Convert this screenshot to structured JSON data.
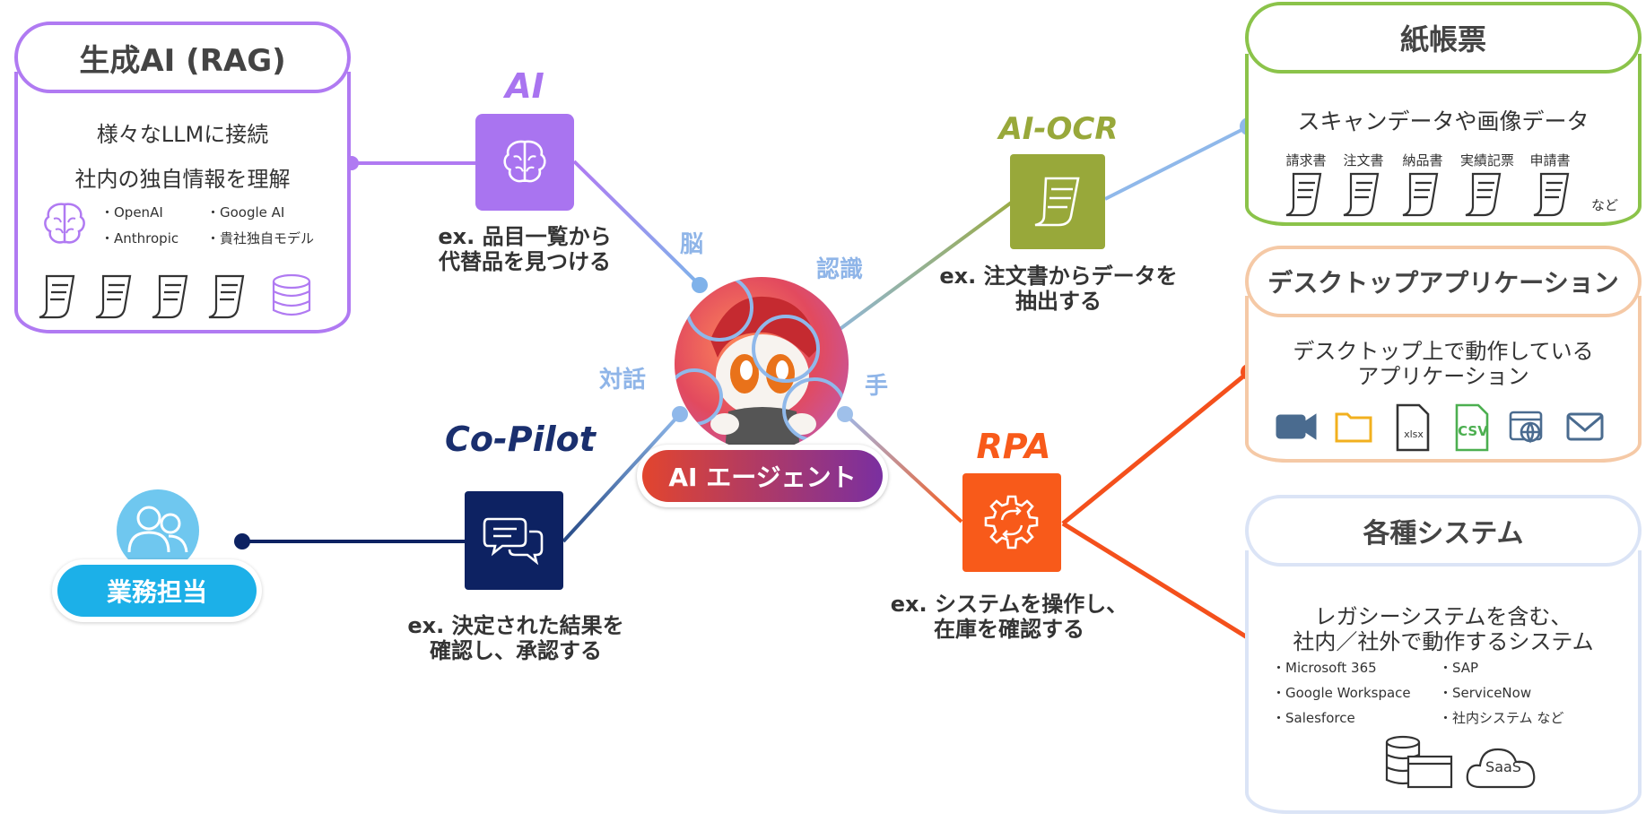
{
  "rag": {
    "title": "生成AI (RAG)",
    "line1": "様々なLLMに接続",
    "line2": "社内の独自情報を理解",
    "models": [
      "・OpenAI",
      "・Google AI",
      "・Anthropic",
      "・貴社独自モデル"
    ]
  },
  "ai": {
    "label": "AI",
    "example_line1": "ex. 品目一覧から",
    "example_line2": "代替品を見つける",
    "verb": "脳",
    "color": "#a974f0"
  },
  "copilot": {
    "label": "Co-Pilot",
    "example_line1": "ex. 決定された結果を",
    "example_line2": "確認し、承認する",
    "verb": "対話",
    "color": "#0d2262"
  },
  "user": {
    "label": "業務担当",
    "color": "#1cb0e8"
  },
  "center": {
    "label": "AI エージェント"
  },
  "aiocr": {
    "label": "AI-OCR",
    "example_line1": "ex. 注文書からデータを",
    "example_line2": "抽出する",
    "verb": "認識",
    "color": "#98a83a"
  },
  "rpa": {
    "label": "RPA",
    "example_line1": "ex. システムを操作し、",
    "example_line2": "在庫を確認する",
    "verb": "手",
    "color": "#f85a1a"
  },
  "paper": {
    "title": "紙帳票",
    "subtitle": "スキャンデータや画像データ",
    "docs": [
      "請求書",
      "注文書",
      "納品書",
      "実績記票",
      "申請書"
    ],
    "etc": "など"
  },
  "desktop": {
    "title": "デスクトップアプリケーション",
    "line1": "デスクトップ上で動作している",
    "line2": "アプリケーション",
    "icons": [
      "video-icon",
      "folder-icon",
      "xlsx-file-icon",
      "csv-file-icon",
      "browser-icon",
      "mail-icon"
    ],
    "xlsx": "xlsx",
    "csv": "CSV"
  },
  "systems": {
    "title": "各種システム",
    "line1": "レガシーシステムを含む、",
    "line2": "社内／社外で動作するシステム",
    "left": [
      "・Microsoft 365",
      "・Google Workspace",
      "・Salesforce"
    ],
    "right": [
      "・SAP",
      "・ServiceNow",
      "・社内システム など"
    ],
    "saas": "SaaS"
  }
}
